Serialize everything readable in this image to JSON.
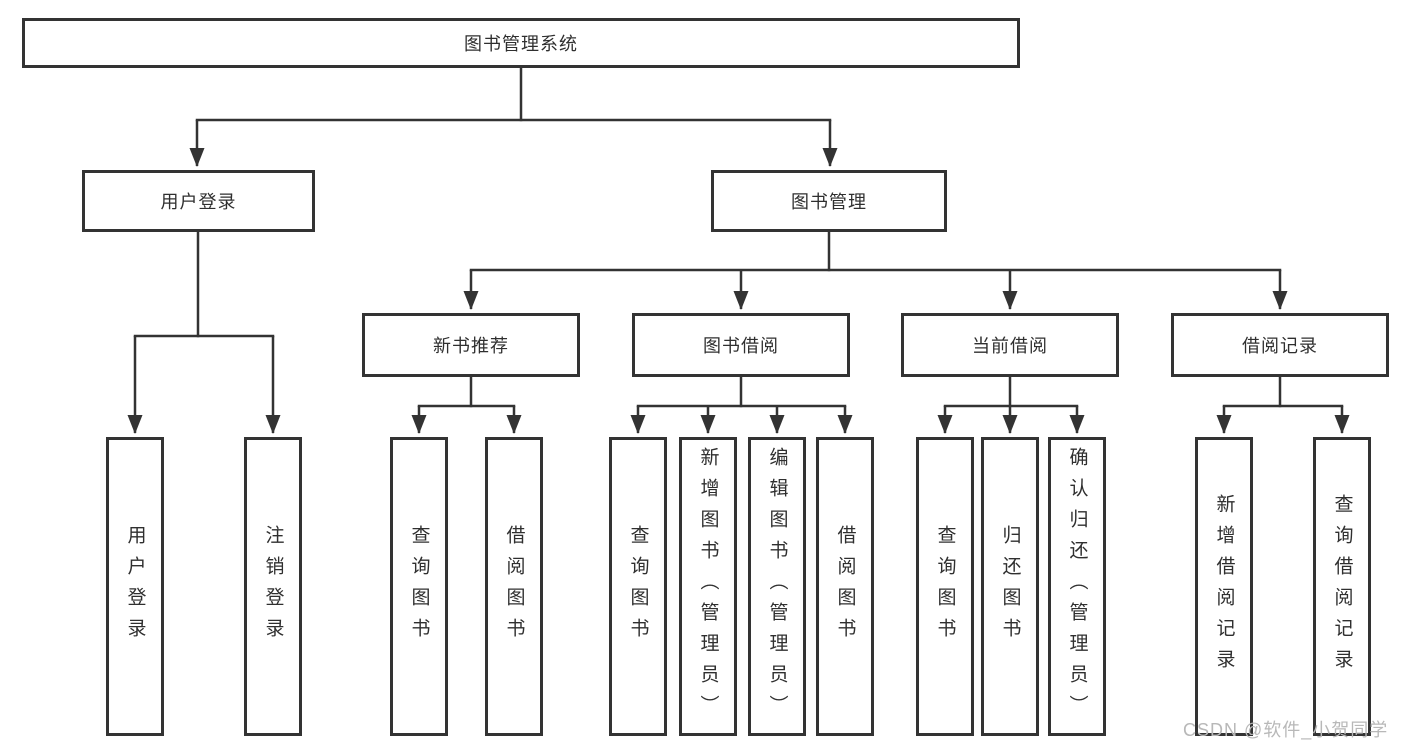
{
  "diagram": {
    "root_label": "图书管理系统",
    "branches": {
      "user_login": {
        "label": "用户登录",
        "children": [
          "用户登录",
          "注销登录"
        ]
      },
      "book_management": {
        "label": "图书管理",
        "children": {
          "new_book_recommend": {
            "label": "新书推荐",
            "children": [
              "查询图书",
              "借阅图书"
            ]
          },
          "book_borrow": {
            "label": "图书借阅",
            "children": [
              "查询图书",
              "新增图书（管理员）",
              "编辑图书（管理员）",
              "借阅图书"
            ]
          },
          "current_borrow": {
            "label": "当前借阅",
            "children": [
              "查询图书",
              "归还图书",
              "确认归还（管理员）"
            ]
          },
          "borrow_records": {
            "label": "借阅记录",
            "children": [
              "新增借阅记录",
              "查询借阅记录"
            ]
          }
        }
      }
    }
  },
  "watermark": "CSDN @软件_小贺同学",
  "colors": {
    "line": "#333333",
    "border": "#333333",
    "text": "#2f2f2f",
    "watermark": "#b8b8b8",
    "background": "#ffffff"
  }
}
